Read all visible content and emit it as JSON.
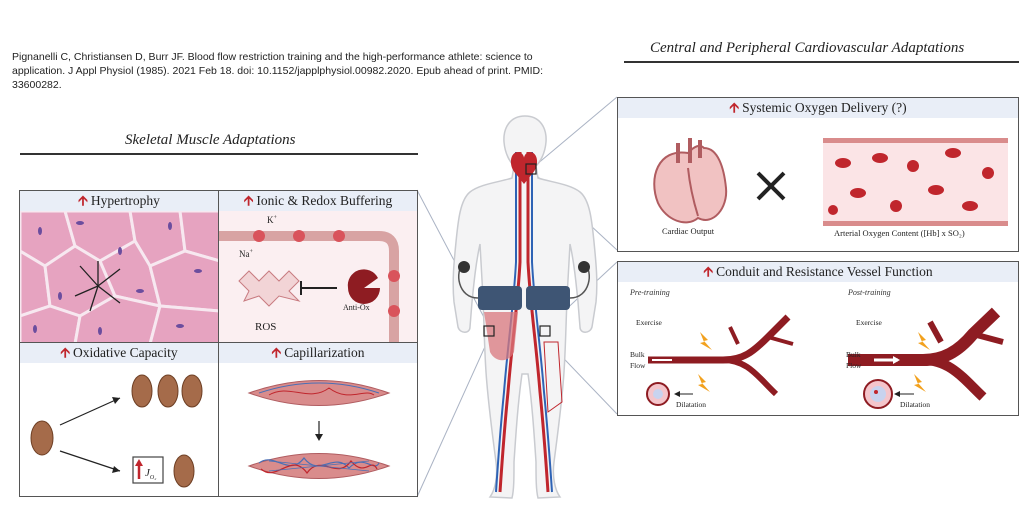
{
  "citation": {
    "text": "Pignanelli C, Christiansen D, Burr JF. Blood flow restriction training and the high-performance athlete: science to application. J Appl Physiol (1985). 2021 Feb 18. doi: 10.1152/japplphysiol.00982.2020. Epub ahead of print. PMID: 33600282."
  },
  "sections": {
    "skeletal": "Skeletal Muscle Adaptations",
    "cardio": "Central and Peripheral Cardiovascular Adaptations"
  },
  "panels": {
    "hypertrophy": {
      "title": "Hypertrophy"
    },
    "ionic": {
      "title": "Ionic & Redox Buffering",
      "k": "K",
      "k_sup": "+",
      "na": "Na",
      "na_sup": "+",
      "ros": "ROS",
      "antiox": "Anti-Ox"
    },
    "oxidative": {
      "title": "Oxidative Capacity",
      "jo2": "J",
      "jo2_sub": "O₂"
    },
    "capillarization": {
      "title": "Capillarization"
    },
    "systemic": {
      "title": "Systemic Oxygen Delivery (?)",
      "cardiac_output": "Cardiac Output",
      "arterial": "Arterial Oxygen Content ([Hb] x SO₂)"
    },
    "conduit": {
      "title": "Conduit and Resistance Vessel Function",
      "pre": "Pre-training",
      "post": "Post-training",
      "exercise": "Exercise",
      "bulk": "Bulk",
      "flow": "Flow",
      "dilatation": "Dilatation"
    }
  },
  "colors": {
    "accent_red": "#c0262d",
    "title_band": "#e9eef7",
    "muscle_pink": "#e8a9c4",
    "vessel": "#8e1c22"
  }
}
